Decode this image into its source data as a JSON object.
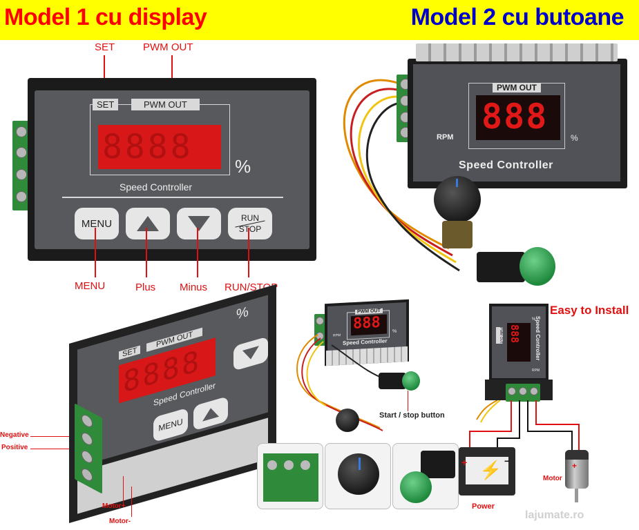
{
  "banner": {
    "title_left": "Model 1 cu display",
    "title_right": "Model 2 cu butoane",
    "color_left": "#ff0000",
    "color_right": "#0000cc",
    "background": "#ffff00"
  },
  "model1": {
    "callouts": {
      "set": "SET",
      "pwm_out": "PWM OUT",
      "menu": "MENU",
      "plus": "Plus",
      "minus": "Minus",
      "run_stop": "RUN/STOP"
    },
    "panel": {
      "set_tag": "SET",
      "pwm_tag": "PWM OUT",
      "percent": "%",
      "speed_controller": "Speed Controller",
      "menu_button": "MENU",
      "run": "RUN",
      "stop": "STOP"
    },
    "angled": {
      "set_tag": "SET",
      "pwm_tag": "PWM OUT",
      "speed_controller": "Speed Controller",
      "menu_button": "MENU",
      "percent": "%",
      "wiring": {
        "negative": "Negative",
        "positive": "Positive",
        "motor_plus": "Motor+",
        "motor_minus": "Motor-"
      }
    }
  },
  "model2": {
    "pwm_tag": "PWM OUT",
    "digits": "888",
    "rpm": "RPM",
    "percent": "%",
    "speed_controller": "Speed Controller",
    "small": {
      "pwm_tag": "PWM OUT",
      "digits": "888",
      "rpm": "RPM",
      "percent": "%",
      "speed_controller": "Speed Controller",
      "start_stop_label": "Start / stop button"
    },
    "install": {
      "heading": "Easy to Install",
      "pwm_tag": "PWM OUT",
      "digits": "888",
      "rpm": "RPM",
      "percent": "%",
      "speed_controller": "Speed Controller",
      "motor_label": "Motor",
      "power_label": "Power"
    }
  },
  "watermark": "lajumate.ro",
  "colors": {
    "panel_face": "#58595c",
    "display_red": "#d81818",
    "terminal_green": "#2f8a3a",
    "callout_red": "#e01010"
  }
}
